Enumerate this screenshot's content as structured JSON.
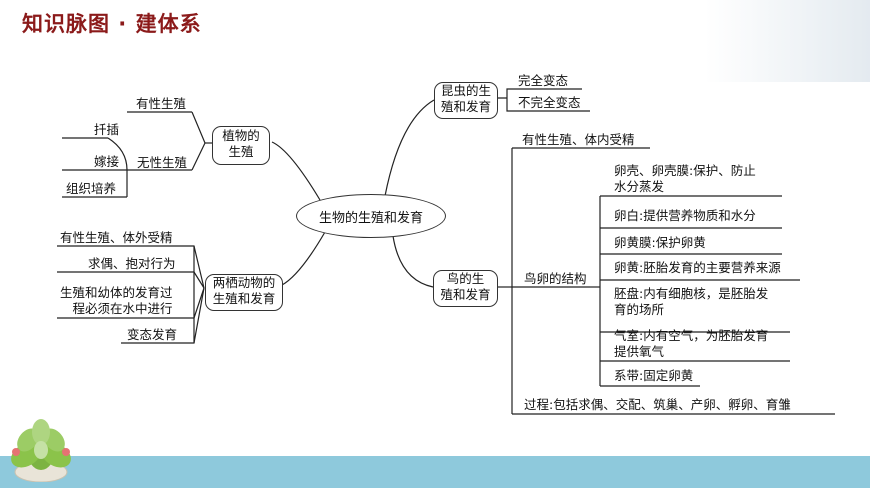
{
  "header": {
    "title": "知识脉图 · 建体系"
  },
  "center": {
    "label": "生物的生殖和发育"
  },
  "plants": {
    "label": "植物的\n生殖",
    "sexual": "有性生殖",
    "asexual": "无性生殖",
    "asexual_items": [
      "扦插",
      "嫁接",
      "组织培养"
    ]
  },
  "amphibians": {
    "label": "两栖动物的\n生殖和发育",
    "items": [
      "有性生殖、体外受精",
      "求偶、抱对行为",
      "生殖和幼体的发育过\n程必须在水中进行",
      "变态发育"
    ]
  },
  "insects": {
    "label": "昆虫的生\n殖和发育",
    "items": [
      "完全变态",
      "不完全变态"
    ]
  },
  "birds": {
    "label": "鸟的生\n殖和发育",
    "reproduction": "有性生殖、体内受精",
    "egg_structure": "鸟卵的结构",
    "egg_parts": [
      "卵壳、卵壳膜:保护、防止\n水分蒸发",
      "卵白:提供营养物质和水分",
      "卵黄膜:保护卵黄",
      "卵黄:胚胎发育的主要营养来源",
      "胚盘:内有细胞核，是胚胎发\n育的场所",
      "气室:内有空气，为胚胎发育\n提供氧气",
      "系带:固定卵黄"
    ],
    "process": "过程:包括求偶、交配、筑巢、产卵、孵卵、育雏"
  }
}
